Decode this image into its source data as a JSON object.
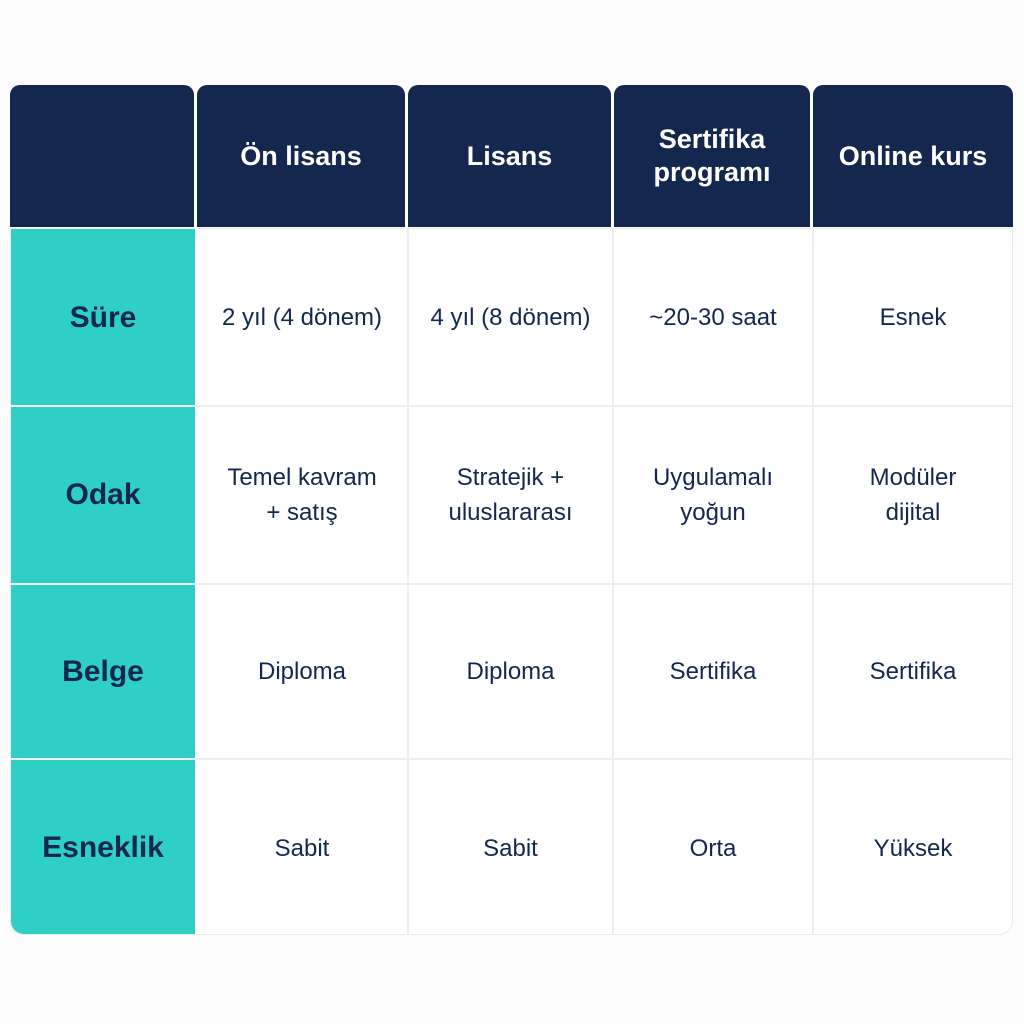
{
  "header": {
    "empty_label": "",
    "columns": [
      "Ön lisans",
      "Lisans",
      "Sertifika\nprogramı",
      "Online kurs"
    ]
  },
  "rows": [
    {
      "label": "Süre",
      "cells": [
        "2 yıl (4 dönem)",
        "4 yıl (8 dönem)",
        "~20-30 saat",
        "Esnek"
      ]
    },
    {
      "label": "Odak",
      "cells": [
        "Temel kavram\n+ satış",
        "Stratejik +\nuluslararası",
        "Uygulamalı\nyoğun",
        "Modüler\ndijital"
      ]
    },
    {
      "label": "Belge",
      "cells": [
        "Diploma",
        "Diploma",
        "Sertifika",
        "Sertifika"
      ]
    },
    {
      "label": "Esneklik",
      "cells": [
        "Sabit",
        "Sabit",
        "Orta",
        "Yüksek"
      ]
    }
  ],
  "colors": {
    "header_bg": "#13274f",
    "row_header_bg": "#2ecfc4",
    "text_dark": "#13274f"
  }
}
